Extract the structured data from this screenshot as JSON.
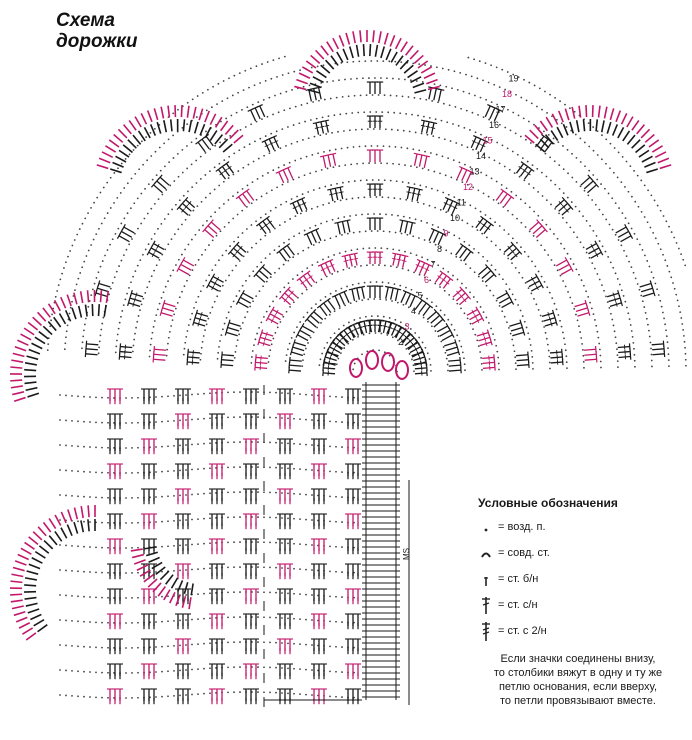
{
  "title": {
    "line1": "Схема",
    "line2": "дорожки"
  },
  "row_numbers": [
    "2",
    "3",
    "4",
    "5",
    "6",
    "7",
    "8",
    "9",
    "10",
    "11",
    "12",
    "13",
    "14",
    "15",
    "16",
    "17",
    "18",
    "19"
  ],
  "center_marker": "MS",
  "legend": {
    "title": "Условные обозначения",
    "items": [
      {
        "icon": "chain-dot-icon",
        "label": "= возд. п."
      },
      {
        "icon": "slip-stitch-arc-icon",
        "label": "= совд. ст."
      },
      {
        "icon": "single-crochet-icon",
        "label": "= ст. б/н"
      },
      {
        "icon": "double-crochet-icon",
        "label": "= ст. с/н"
      },
      {
        "icon": "treble-crochet-icon",
        "label": "= ст. с 2/н"
      }
    ],
    "note_lines": [
      "Если значки соединены внизу,",
      "то столбики вяжут в одну и ту же",
      "петлю основания, если вверху,",
      "то петли провязывают вместе."
    ]
  },
  "colors": {
    "pink": "#c2186b",
    "dark": "#1a1a1a",
    "chain": "#444444"
  }
}
